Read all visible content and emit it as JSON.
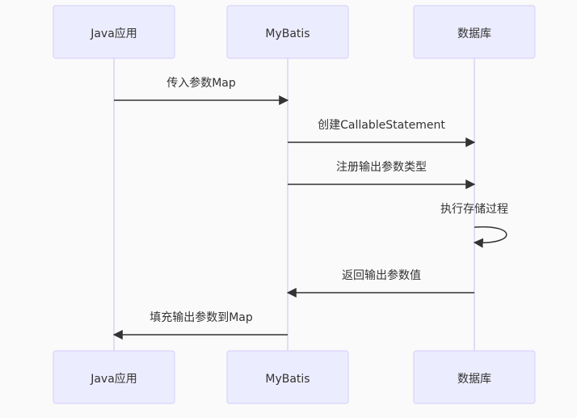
{
  "participants": [
    {
      "id": "java",
      "label": "Java应用"
    },
    {
      "id": "mybatis",
      "label": "MyBatis"
    },
    {
      "id": "db",
      "label": "数据库"
    }
  ],
  "messages": [
    {
      "label": "传入参数Map",
      "from": "java",
      "to": "mybatis"
    },
    {
      "label": "创建CallableStatement",
      "from": "mybatis",
      "to": "db"
    },
    {
      "label": "注册输出参数类型",
      "from": "mybatis",
      "to": "db"
    },
    {
      "label": "执行存储过程",
      "from": "db",
      "to": "db"
    },
    {
      "label": "返回输出参数值",
      "from": "db",
      "to": "mybatis"
    },
    {
      "label": "填充输出参数到Map",
      "from": "mybatis",
      "to": "java"
    }
  ]
}
